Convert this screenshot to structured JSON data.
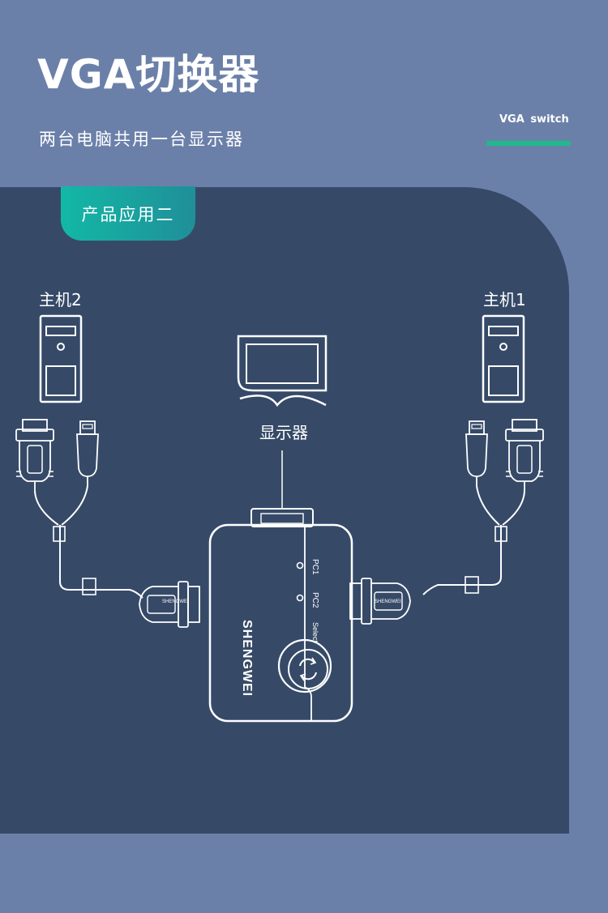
{
  "header": {
    "title": "VGA切换器",
    "subtitle": "两台电脑共用一台显示器",
    "tag": "VGA switch"
  },
  "panel": {
    "badge": "产品应用二"
  },
  "diagram": {
    "host_left_label": "主机2",
    "host_right_label": "主机1",
    "monitor_label": "显示器",
    "device": {
      "brand": "SHENGWEI",
      "port_pc1": "PC1",
      "port_pc2": "PC2",
      "select_label": "Select"
    },
    "cable_connector_text": "SHENGWEI"
  },
  "colors": {
    "background": "#6b80a9",
    "panel": "#364a68",
    "accent": "#1fb98c",
    "badge_gradient": [
      "#13b8a6",
      "#1f8f99"
    ],
    "line": "#ffffff"
  }
}
